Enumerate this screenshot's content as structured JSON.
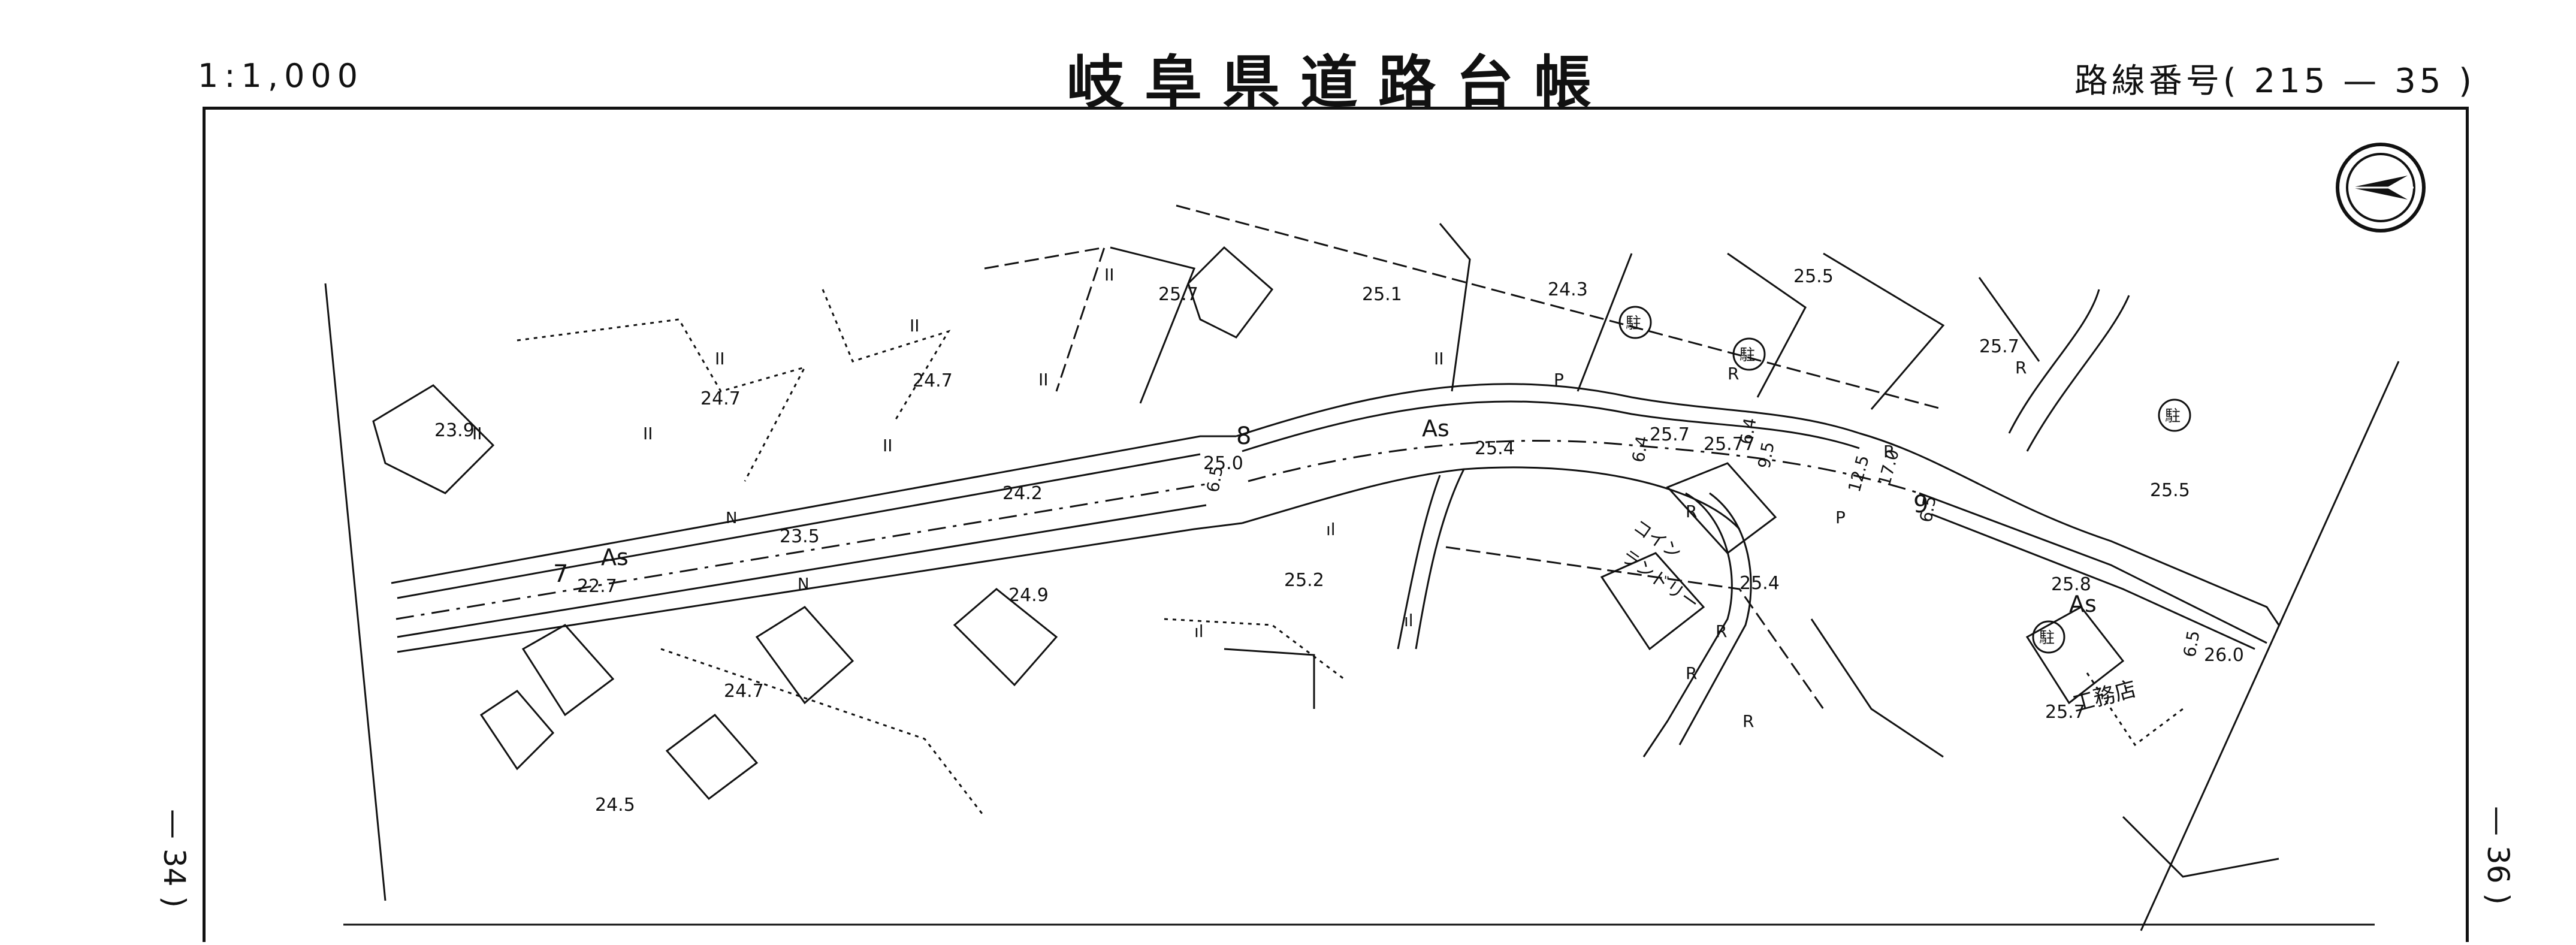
{
  "header": {
    "scale": "1:1,000",
    "title": "岐阜県道路台帳",
    "route_label": "路線番号",
    "route_open": "(",
    "route_number": "215",
    "route_dash": "—",
    "route_sheet": "35",
    "route_close": ")"
  },
  "adjacent_sheets": {
    "previous": "— 34 )",
    "next": "— 36 )"
  },
  "map": {
    "surface_labels": [
      "As",
      "As",
      "As"
    ],
    "north_label": "N",
    "elevations": [
      "23.9",
      "24.7",
      "24.7",
      "25.7",
      "25.1",
      "24.3",
      "25.5",
      "25.7",
      "24.2",
      "23.5",
      "22.7",
      "25.0",
      "25.4",
      "25.7",
      "25.77",
      "24.9",
      "25.2",
      "24.7",
      "24.5",
      "25.4",
      "25.8",
      "25.5",
      "26.0",
      "25.7"
    ],
    "widths": [
      "6.5",
      "6.4",
      "6.4",
      "9.5",
      "12.5",
      "17.0",
      "6.5",
      "6.5"
    ],
    "chainage": [
      "7",
      "8",
      "9"
    ],
    "parking": "駐",
    "building_labels": [
      "コイン",
      "ランドリー",
      "工務店"
    ],
    "markers": [
      "R",
      "P"
    ],
    "land_use": [
      "II",
      "II",
      "II",
      "II",
      "II",
      "II",
      "II",
      "II",
      "ıl",
      "ıl",
      "ıl"
    ]
  },
  "icons": {
    "north_arrow": "north-arrow-icon"
  }
}
